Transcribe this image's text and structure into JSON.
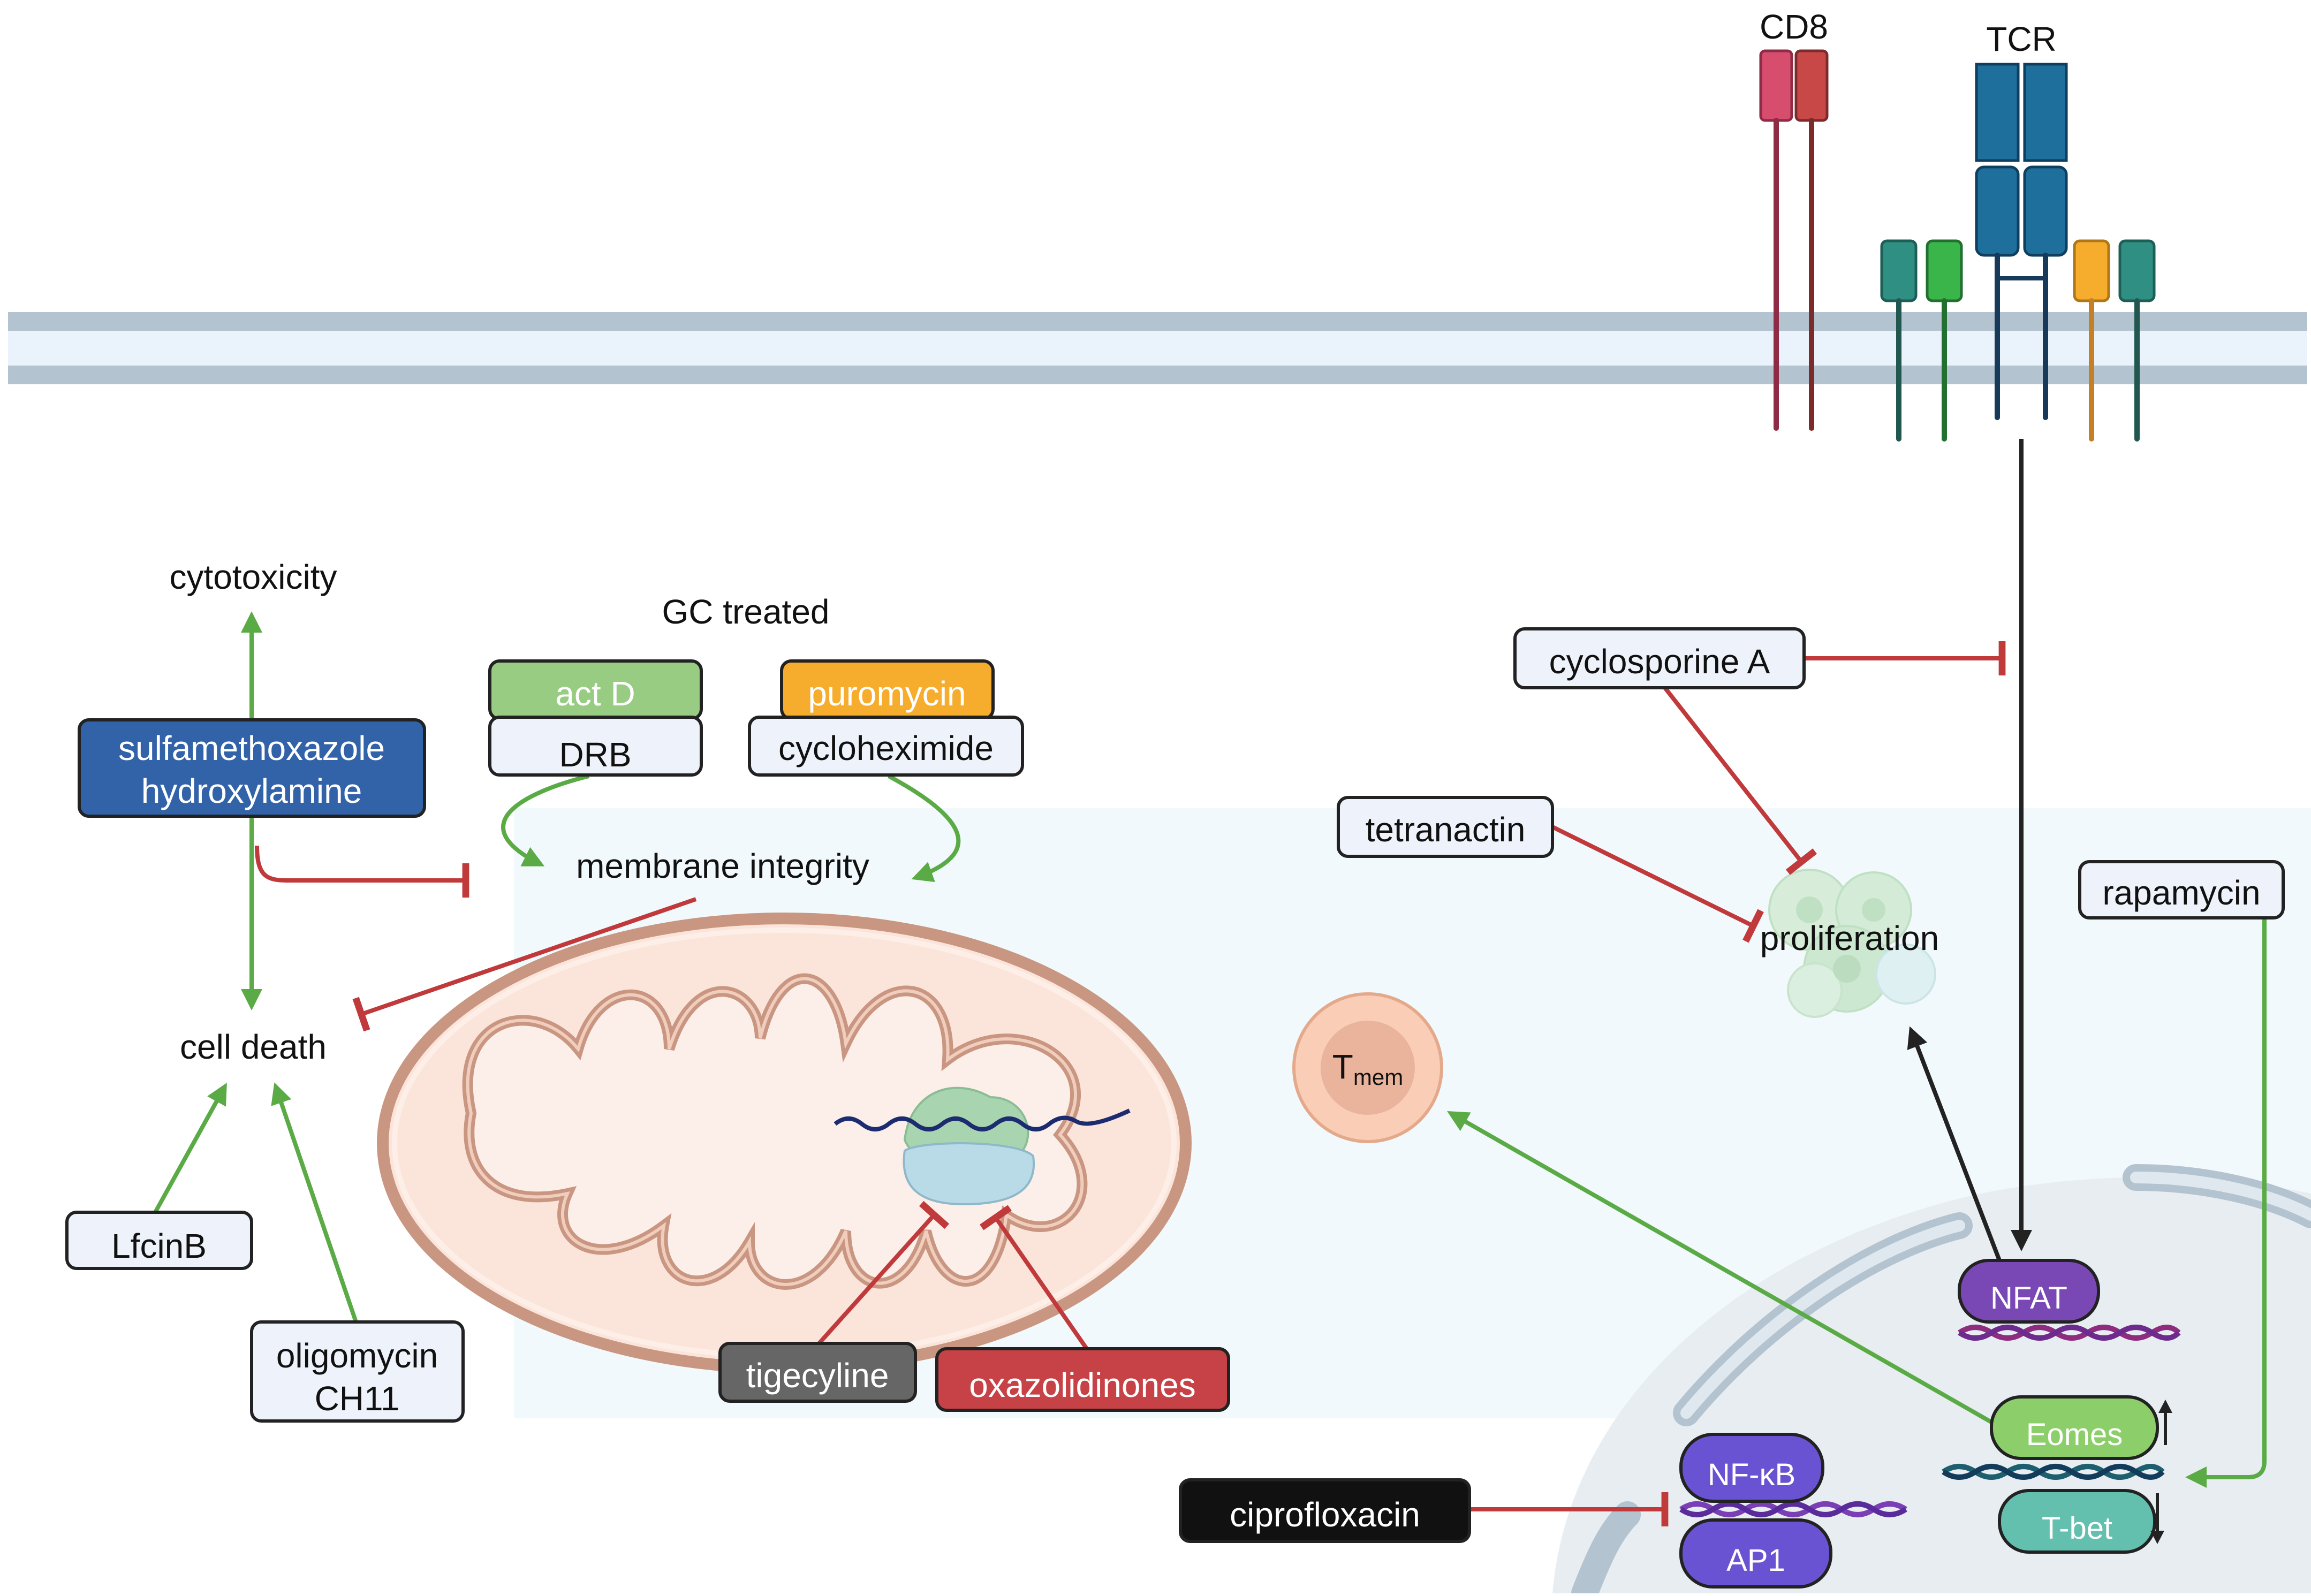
{
  "receptors": {
    "cd8": "CD8",
    "tcr": "TCR"
  },
  "labels": {
    "cytotoxicity": "cytotoxicity",
    "gc_treated": "GC treated",
    "membrane_integrity": "membrane integrity",
    "cell_death": "cell death",
    "proliferation": "proliferation",
    "tmem_main": "T",
    "tmem_sub": "mem"
  },
  "drugs": {
    "act_d": "act D",
    "drb": "DRB",
    "puromycin": "puromycin",
    "cycloheximide": "cycloheximide",
    "smx_line1": "sulfamethoxazole",
    "smx_line2": "hydroxylamine",
    "lfcinb": "LfcinB",
    "oligomycin_line1": "oligomycin",
    "oligomycin_line2": "CH11",
    "tigecyline": "tigecyline",
    "oxazolidinones": "oxazolidinones",
    "cyclosporine": "cyclosporine A",
    "tetranactin": "tetranactin",
    "rapamycin": "rapamycin",
    "ciprofloxacin": "ciprofloxacin"
  },
  "factors": {
    "nfat": "NFAT",
    "eomes": "Eomes",
    "tbet": "T-bet",
    "nfkb": "NF-κB",
    "ap1": "AP1"
  },
  "colors": {
    "activation_arrow": "#5aab45",
    "inhibition_arrow": "#c0393b",
    "signal_arrow": "#222222",
    "membrane": "#b3c3cf",
    "membrane_inner": "#eaf3fb",
    "mitochondria_outer": "#fbe5db",
    "mitochondria_edge": "#c99681",
    "smx_box": "#3262a8",
    "act_d_box": "#98cc83",
    "puromycin_box": "#f6ad2d",
    "tigecyline_box": "#666666",
    "oxazolidinones_box": "#c74246",
    "ciprofloxacin_box": "#111111",
    "nfat_box": "#7a48b5",
    "eomes_box": "#8ccf6a",
    "tbet_box": "#63bfae",
    "nfkb_box": "#6953d2",
    "ap1_box": "#6953d2"
  }
}
